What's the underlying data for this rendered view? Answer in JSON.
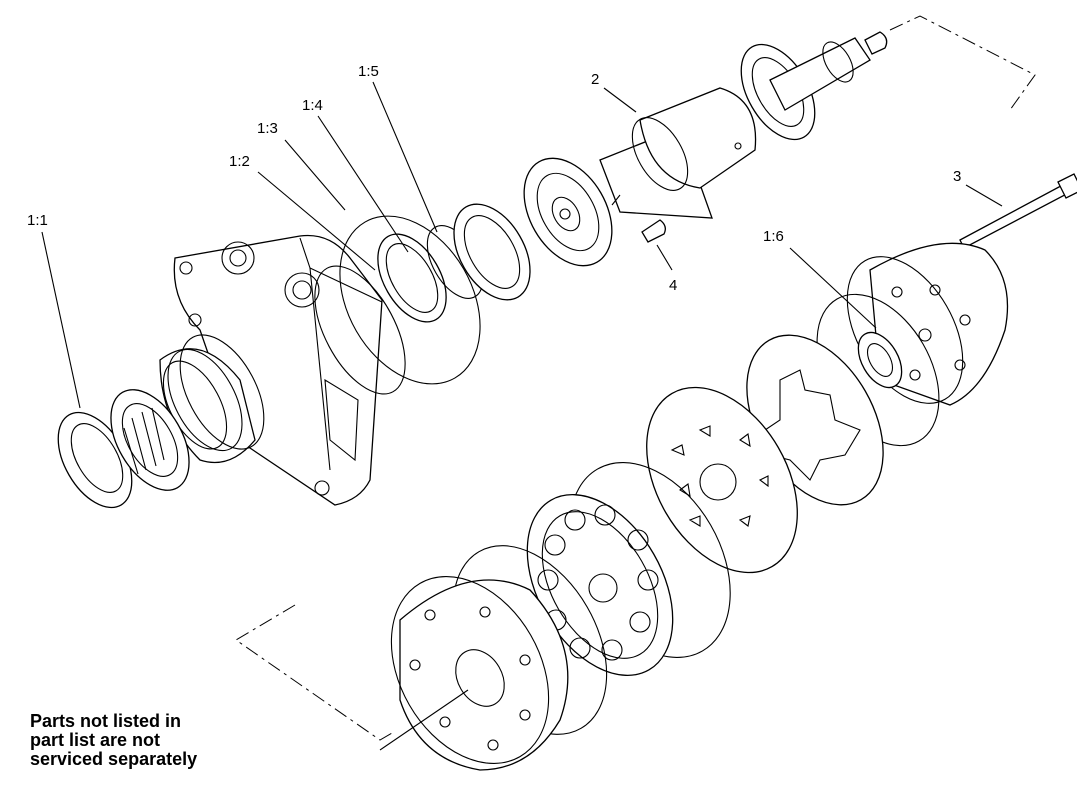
{
  "labels": {
    "p1_1": "1:1",
    "p1_2": "1:2",
    "p1_3": "1:3",
    "p1_4": "1:4",
    "p1_5": "1:5",
    "p1_6": "1:6",
    "p2": "2",
    "p3": "3",
    "p4": "4"
  },
  "note": {
    "line1": "Parts not listed in",
    "line2": "part list are not",
    "line3": "serviced separately"
  }
}
